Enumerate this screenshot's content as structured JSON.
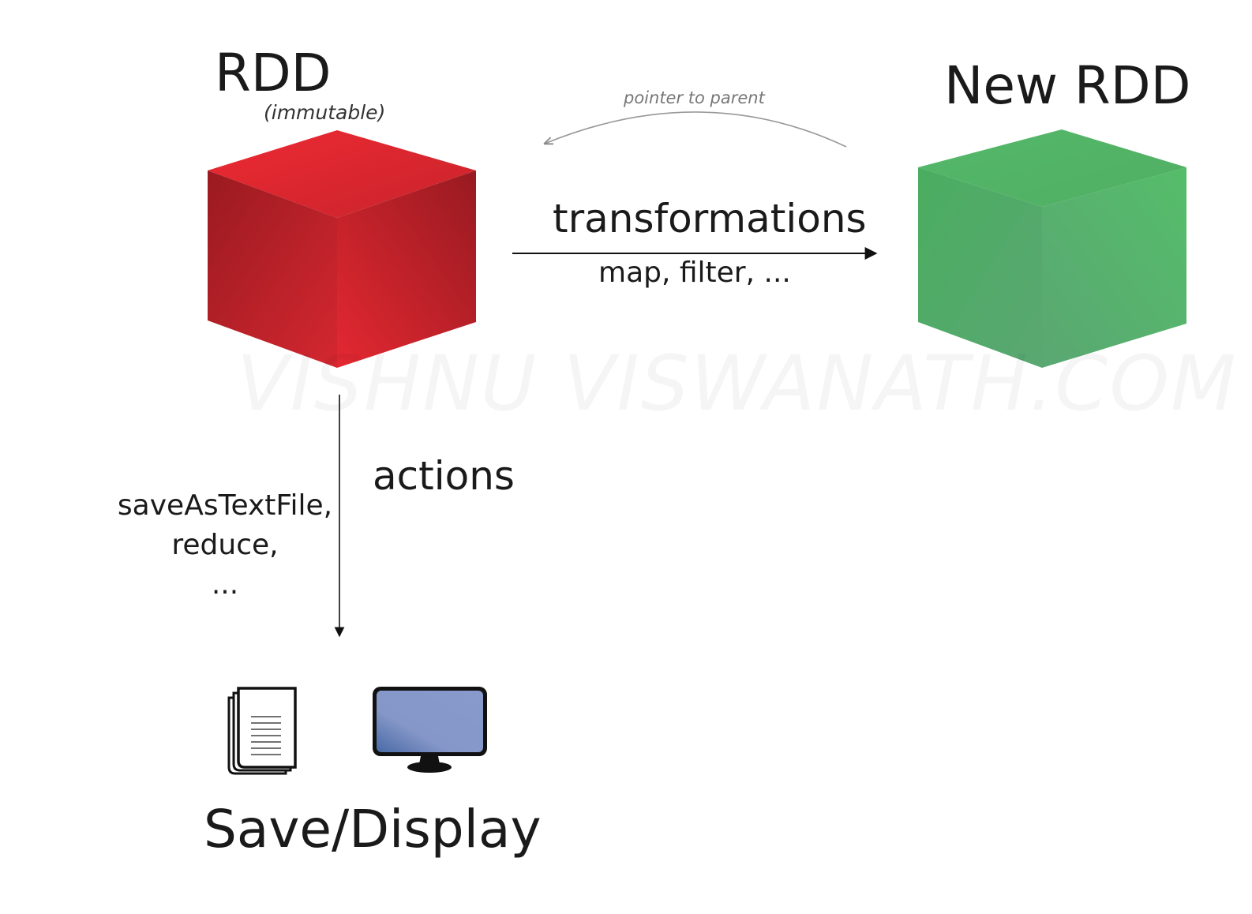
{
  "rdd": {
    "title": "RDD",
    "subtitle": "(immutable)",
    "color": "#e02a33"
  },
  "new_rdd": {
    "title": "New RDD",
    "color": "#55b86a"
  },
  "pointer_edge": {
    "label": "pointer to parent"
  },
  "transformations_edge": {
    "label": "transformations",
    "examples": "map, filter, ..."
  },
  "actions_edge": {
    "label": "actions",
    "examples": "saveAsTextFile,\nreduce,\n..."
  },
  "output": {
    "label": "Save/Display",
    "icons": [
      "document-stack-icon",
      "monitor-icon"
    ]
  },
  "watermark": "VISHNU VISWANATH.COM"
}
